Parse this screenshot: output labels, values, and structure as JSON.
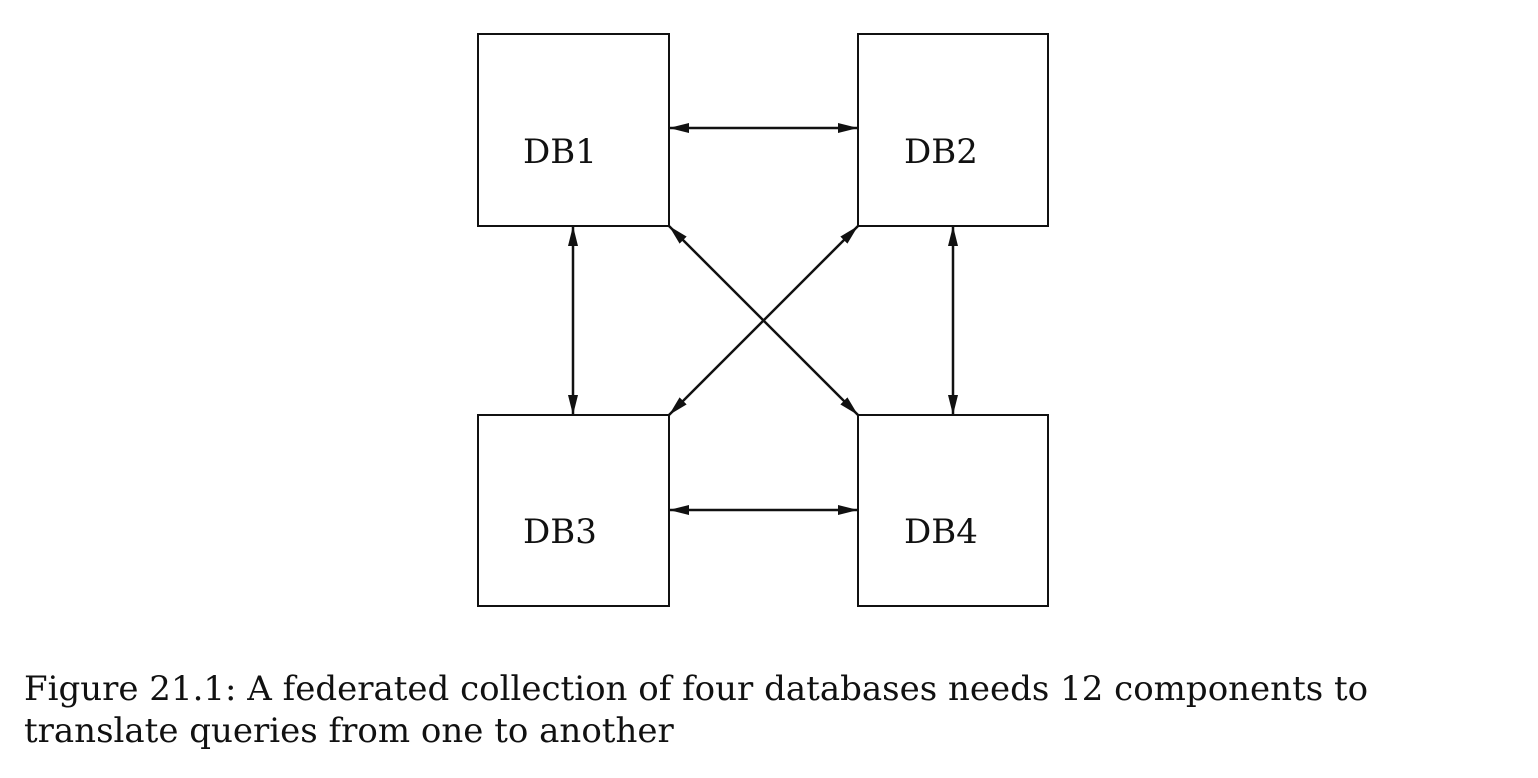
{
  "figure": {
    "nodes": [
      {
        "id": "db1",
        "label": "DB1"
      },
      {
        "id": "db2",
        "label": "DB2"
      },
      {
        "id": "db3",
        "label": "DB3"
      },
      {
        "id": "db4",
        "label": "DB4"
      }
    ],
    "edges": [
      {
        "from": "db1",
        "to": "db2",
        "bidirectional": true
      },
      {
        "from": "db3",
        "to": "db4",
        "bidirectional": true
      },
      {
        "from": "db1",
        "to": "db3",
        "bidirectional": true
      },
      {
        "from": "db2",
        "to": "db4",
        "bidirectional": true
      },
      {
        "from": "db1",
        "to": "db4",
        "bidirectional": true
      },
      {
        "from": "db2",
        "to": "db3",
        "bidirectional": true
      }
    ],
    "caption": "Figure 21.1: A federated collection of four databases needs 12 components to translate queries from one to another"
  }
}
